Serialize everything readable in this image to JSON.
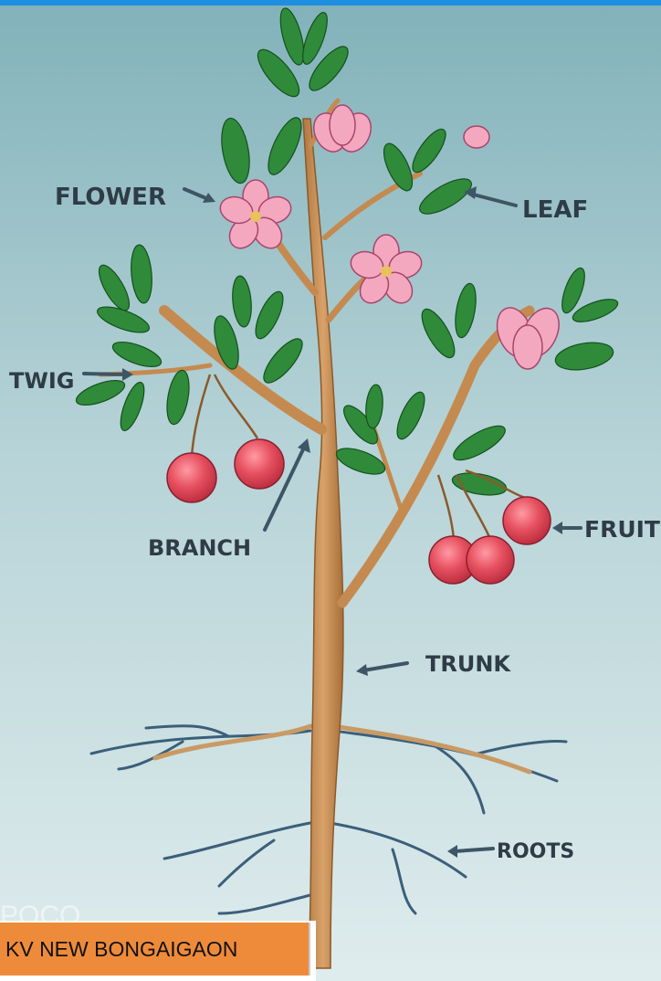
{
  "labels": {
    "flower": "FLOWER",
    "leaf": "LEAF",
    "twig": "TWIG",
    "branch": "BRANCH",
    "fruit": "FRUIT",
    "trunk": "TRUNK",
    "roots": "ROOTS"
  },
  "watermark": "POCO",
  "caption": "KV NEW BONGAIGAON",
  "colors": {
    "wall_top": "#7fb0b8",
    "wall_bottom": "#d8e8ea",
    "trunk": "#c98f55",
    "leaf": "#2f8a3a",
    "flower": "#f2a6bd",
    "fruit": "#e24b5c",
    "label": "#2f3c46",
    "caption_bg": "#ee8b3a"
  }
}
